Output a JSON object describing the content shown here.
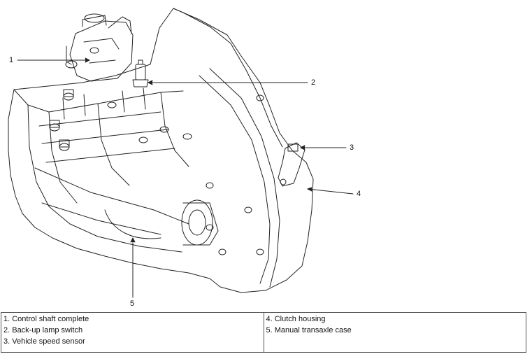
{
  "callouts": [
    {
      "number": "1",
      "label": "Control shaft complete"
    },
    {
      "number": "2",
      "label": "Back-up lamp switch"
    },
    {
      "number": "3",
      "label": "Vehicle speed sensor"
    },
    {
      "number": "4",
      "label": "Clutch housing"
    },
    {
      "number": "5",
      "label": "Manual transaxle case"
    }
  ],
  "legend": {
    "left": [
      "1. Control shaft complete",
      "2. Back-up lamp switch",
      "3. Vehicle speed sensor"
    ],
    "right": [
      "4. Clutch housing",
      "5. Manual transaxle case"
    ]
  },
  "colors": {
    "line": "#222222",
    "background": "#ffffff"
  }
}
